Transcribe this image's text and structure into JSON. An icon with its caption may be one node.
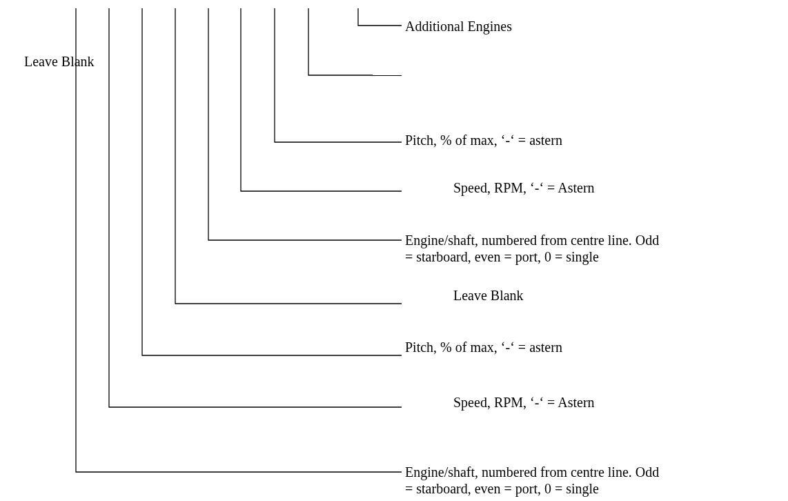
{
  "diagram": {
    "nodes": [
      {
        "text": [
          "Additional Engines"
        ]
      },
      {
        "text": [],
        "shape": "line"
      },
      {
        "text": [
          "Pitch, % of max, ‘-‘ = astern"
        ]
      },
      {
        "text": [
          "Speed, RPM, ‘-‘ = Astern"
        ]
      },
      {
        "text": [
          "Engine/shaft, numbered from centre line. Odd = starboard, even = port, 0 = single"
        ]
      },
      {
        "text": [
          "Leave Blank"
        ]
      },
      {
        "text": [
          "Pitch, % of max, ‘-‘ = astern"
        ]
      },
      {
        "text": [
          "Speed, RPM, ‘-‘ = Astern"
        ]
      },
      {
        "text": [
          "Engine/shaft, numbered from centre line. Odd = starboard, even = port, 0 = single"
        ]
      }
    ],
    "edges": [
      {
        "from": null,
        "to": 0,
        "arrow": "none"
      },
      {
        "from": null,
        "to": 1,
        "arrow": "none"
      },
      {
        "from": null,
        "to": 2,
        "arrow": "none"
      },
      {
        "from": null,
        "to": 3,
        "arrow": "none"
      },
      {
        "from": null,
        "to": 4,
        "arrow": "none"
      },
      {
        "from": null,
        "to": 5,
        "arrow": "none"
      },
      {
        "from": null,
        "to": 6,
        "arrow": "none"
      },
      {
        "from": null,
        "to": 7,
        "arrow": "none"
      },
      {
        "from": null,
        "to": 8,
        "arrow": "none"
      }
    ],
    "labels": [
      "Leave Blank"
    ]
  }
}
